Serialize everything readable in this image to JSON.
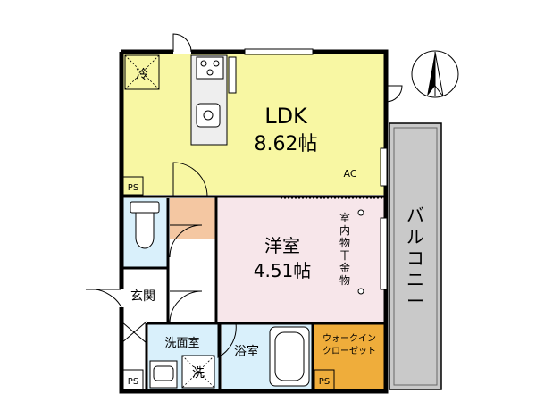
{
  "rooms": {
    "ldk": {
      "name": "LDK",
      "area": "8.62帖",
      "color": "#f8f7a3"
    },
    "western": {
      "name": "洋室",
      "area": "4.51帖",
      "color": "#f7e6ea"
    },
    "toilet": {
      "color": "#d9f0fb"
    },
    "entrance": {
      "name": "玄関"
    },
    "washroom": {
      "name": "洗面室",
      "color": "#d9f0fb"
    },
    "bathroom": {
      "name": "浴室",
      "color": "#d9f0fb"
    },
    "wic": {
      "name_line1": "ウォークイン",
      "name_line2": "クローゼット",
      "color": "#efad3b"
    },
    "hall": {
      "color": "#f4c7a2"
    }
  },
  "labels": {
    "balcony": [
      "バ",
      "ル",
      "コ",
      "ニ",
      "ー"
    ],
    "indoor_drying": [
      "室",
      "内",
      "物",
      "干",
      "金",
      "物"
    ],
    "ac": "AC",
    "ps": "PS",
    "fridge_symbol": "冷",
    "washer_symbol": "洗"
  },
  "colors": {
    "wall": "#000000",
    "balcony_fill": "#c9c9c9"
  },
  "icons": [
    "north-arrow-icon"
  ]
}
